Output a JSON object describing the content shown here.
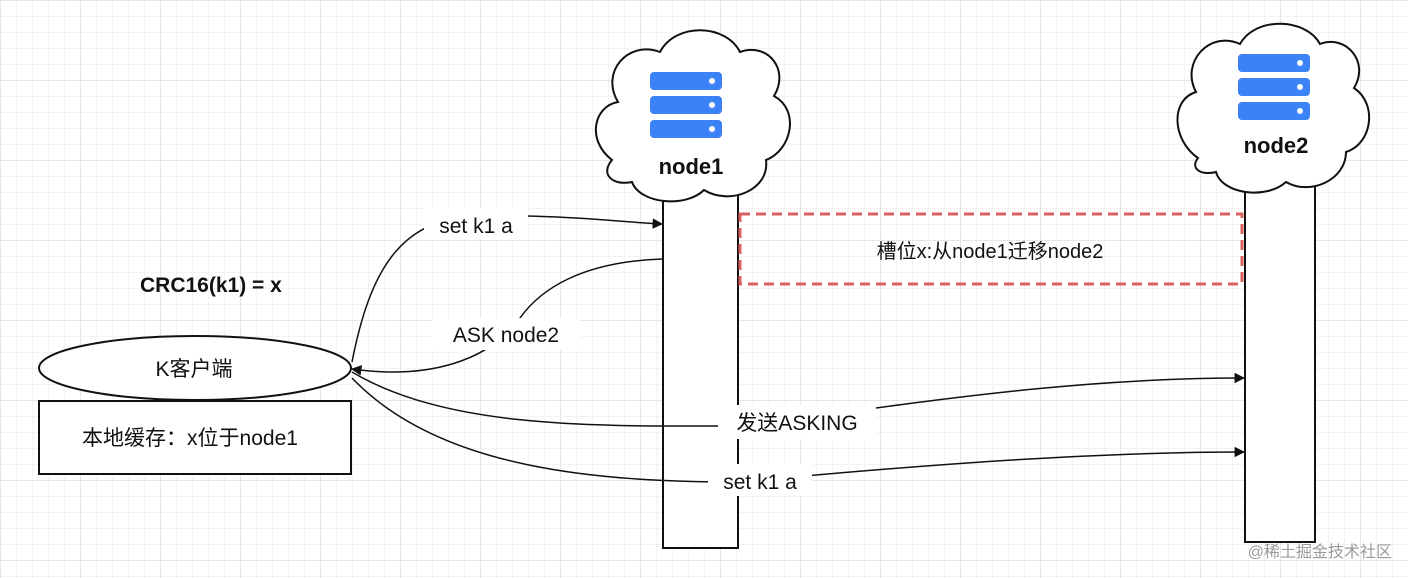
{
  "nodes": {
    "node1": {
      "label": "node1"
    },
    "node2": {
      "label": "node2"
    }
  },
  "icons": {
    "server": "server-stack-icon",
    "cloud": "cloud-shape"
  },
  "colors": {
    "server_blue": "#3b82f6",
    "migration_border": "#d9625f",
    "line": "#111111"
  },
  "formula": "CRC16(k1) =  x",
  "client": {
    "label": "K客户端",
    "cache": "本地缓存：x位于node1"
  },
  "migration": {
    "label": "槽位x:从node1迁移node2"
  },
  "messages": {
    "set1": "set k1 a",
    "ask": "ASK node2",
    "asking": "发送ASKING",
    "set2": "set k1 a"
  },
  "watermark": "@稀土掘金技术社区"
}
